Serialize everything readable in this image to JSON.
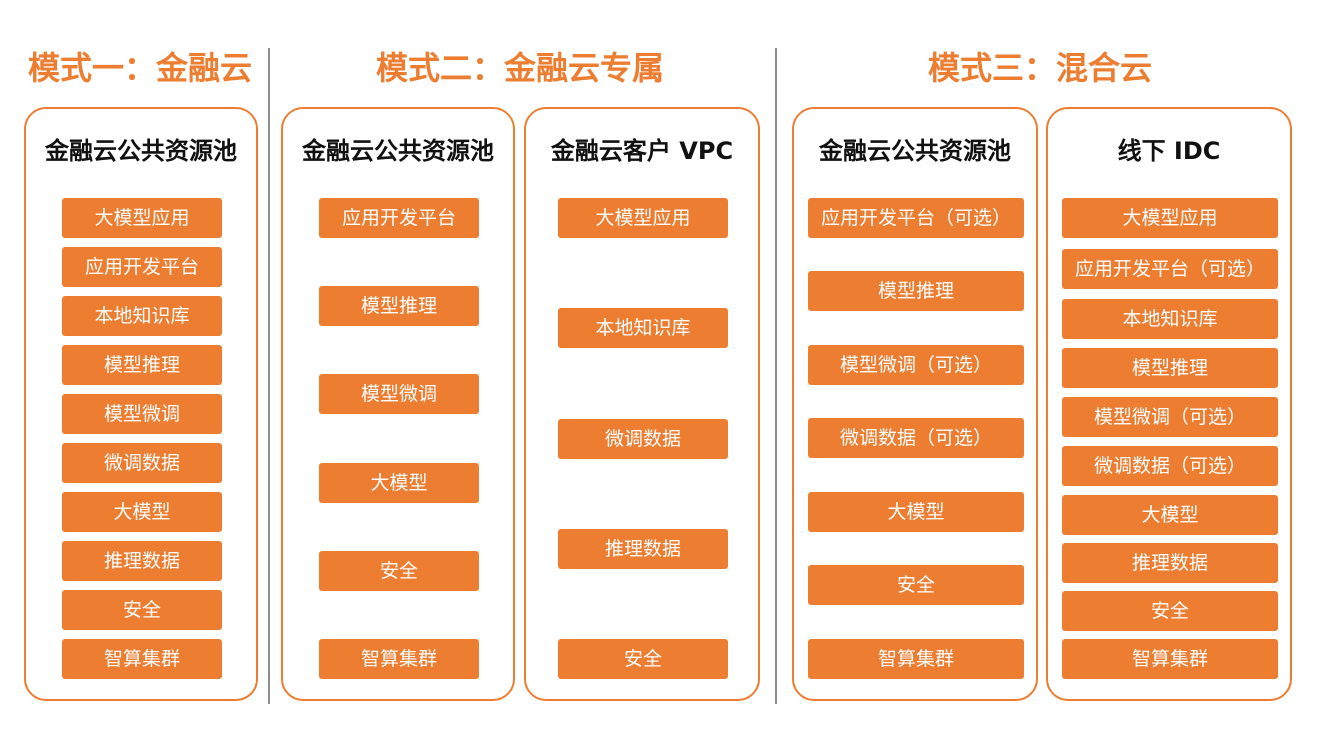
{
  "modes": [
    {
      "title": "模式一：金融云"
    },
    {
      "title": "模式二：金融云专属"
    },
    {
      "title": "模式三：混合云"
    }
  ],
  "panels": [
    {
      "title": "金融云公共资源池",
      "items": [
        "大模型应用",
        "应用开发平台",
        "本地知识库",
        "模型推理",
        "模型微调",
        "微调数据",
        "大模型",
        "推理数据",
        "安全",
        "智算集群"
      ]
    },
    {
      "title": "金融云公共资源池",
      "items": [
        "应用开发平台",
        "模型推理",
        "模型微调",
        "大模型",
        "安全",
        "智算集群"
      ]
    },
    {
      "title": "金融云客户 VPC",
      "items": [
        "大模型应用",
        "本地知识库",
        "微调数据",
        "推理数据",
        "安全"
      ]
    },
    {
      "title": "金融云公共资源池",
      "items": [
        "应用开发平台（可选）",
        "模型推理",
        "模型微调（可选）",
        "微调数据（可选）",
        "大模型",
        "安全",
        "智算集群"
      ]
    },
    {
      "title": "线下 IDC",
      "items": [
        "大模型应用",
        "应用开发平台（可选）",
        "本地知识库",
        "模型推理",
        "模型微调（可选）",
        "微调数据（可选）",
        "大模型",
        "推理数据",
        "安全",
        "智算集群"
      ]
    }
  ],
  "colors": {
    "accent": "#ED7D31",
    "divider": "#8c8c8c"
  }
}
